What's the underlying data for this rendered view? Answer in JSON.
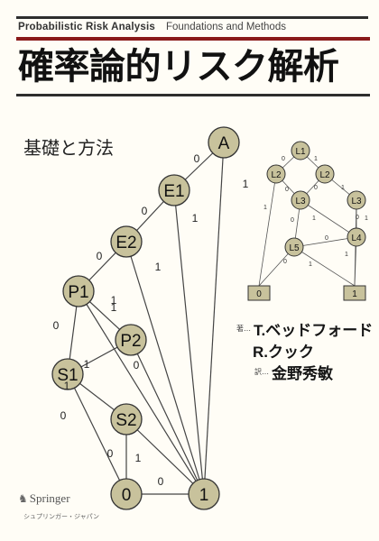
{
  "series": {
    "en_primary": "Probabilistic Risk Analysis",
    "en_secondary": "Foundations and Methods"
  },
  "title": "確率論的リスク解析",
  "subtitle": "基礎と方法",
  "colors": {
    "node_fill": "#c8c29c",
    "accent_red": "#8a1a1a",
    "text": "#1a1a1a"
  },
  "large_diagram": {
    "nodes": [
      {
        "label": "A"
      },
      {
        "label": "E1"
      },
      {
        "label": "E2"
      },
      {
        "label": "P1"
      },
      {
        "label": "P2"
      },
      {
        "label": "S1"
      },
      {
        "label": "S2"
      },
      {
        "label": "0"
      },
      {
        "label": "1"
      }
    ],
    "edge_labels": [
      "0",
      "1",
      "0",
      "1",
      "0",
      "1",
      "0",
      "1",
      "1",
      "0",
      "0",
      "1",
      "0",
      "1",
      "0",
      "1"
    ]
  },
  "small_diagram": {
    "nodes": [
      {
        "label": "L1"
      },
      {
        "label": "L2"
      },
      {
        "label": "L2"
      },
      {
        "label": "L3"
      },
      {
        "label": "L3"
      },
      {
        "label": "L4"
      },
      {
        "label": "L5"
      },
      {
        "label": "0"
      },
      {
        "label": "1"
      }
    ],
    "edge_labels": [
      "0",
      "1",
      "0",
      "1",
      "0",
      "1",
      "0",
      "1",
      "0",
      "1",
      "0",
      "1",
      "0",
      "1"
    ]
  },
  "authors": [
    {
      "role": "著",
      "name": "T.ベッドフォード"
    },
    {
      "role": "",
      "name": "R.クック"
    },
    {
      "role": "訳",
      "name": "金野秀敏"
    }
  ],
  "publisher": {
    "name": "Springer",
    "sub": "シュプリンガー・ジャパン"
  }
}
